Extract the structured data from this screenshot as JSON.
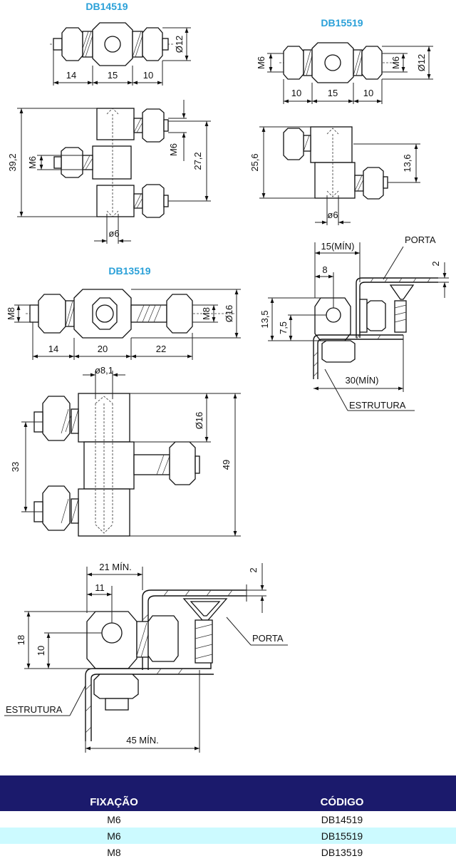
{
  "drawing": {
    "titles": {
      "db14519": "DB14519",
      "db15519": "DB15519",
      "db13519": "DB13519"
    },
    "labels": {
      "porta": "PORTA",
      "estrutura": "ESTRUTURA"
    },
    "dims": {
      "d14_w_left": "14",
      "d14_w_mid": "15",
      "d14_w_right": "10",
      "d14_dia": "Ø12",
      "d15_m6_left": "M6",
      "d15_m6_right": "M6",
      "d15_dia": "Ø12",
      "d15_w_left": "10",
      "d15_w_mid": "15",
      "d15_w_right": "10",
      "d14s_h_total": "39,2",
      "d14s_m6_left": "M6",
      "d14s_m6_right": "M6",
      "d14s_h_pitch": "27,2",
      "d14s_pin": "ø6",
      "d15s_h_total": "25,6",
      "d15s_h_pitch": "13,6",
      "d15s_pin": "ø6",
      "inst1_w_min": "15(MÍN)",
      "inst1_w": "8",
      "inst1_t": "2",
      "inst1_h_total": "13,5",
      "inst1_h": "7,5",
      "inst1_base": "30(MÍN)",
      "d13_m8_left": "M8",
      "d13_m8_right": "M8",
      "d13_dia": "Ø16",
      "d13_w_left": "14",
      "d13_w_mid": "20",
      "d13_w_right": "22",
      "d13s_pin": "ø8,1",
      "d13s_dia": "Ø16",
      "d13s_h_pitch": "33",
      "d13s_h_total": "49",
      "inst2_w_min": "21 MÍN.",
      "inst2_w": "11",
      "inst2_t": "2",
      "inst2_h_total": "18",
      "inst2_h": "10",
      "inst2_base": "45 MÍN."
    }
  },
  "table": {
    "headers": [
      "FIXAÇÃO",
      "CÓDIGO"
    ],
    "rows": [
      {
        "fixacao": "M6",
        "codigo": "DB14519"
      },
      {
        "fixacao": "M6",
        "codigo": "DB15519"
      },
      {
        "fixacao": "M8",
        "codigo": "DB13519"
      }
    ]
  },
  "colors": {
    "title_blue": "#2aa0d8",
    "table_header": "#1b1a6c",
    "row_highlight": "#ccfaff"
  }
}
